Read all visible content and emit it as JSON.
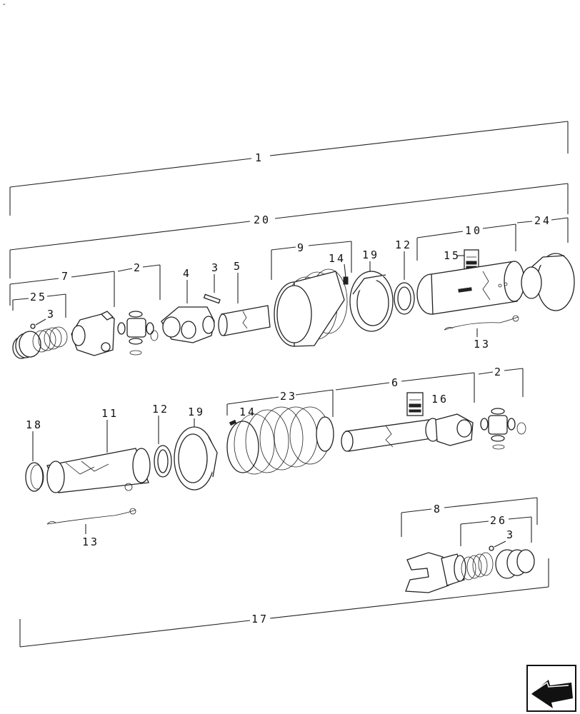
{
  "corner_mark": "-",
  "callouts": {
    "c1": "1",
    "c20": "20",
    "c7": "7",
    "c2a": "2",
    "c25": "25",
    "c3a": "3",
    "c4": "4",
    "c3b": "3",
    "c5": "5",
    "c9": "9",
    "c14a": "14",
    "c19a": "19",
    "c12a": "12",
    "c10": "10",
    "c24": "24",
    "c15": "15",
    "c13a": "13",
    "c18": "18",
    "c11": "11",
    "c12b": "12",
    "c19b": "19",
    "c14b": "14",
    "c23": "23",
    "c6": "6",
    "c16": "16",
    "c2b": "2",
    "c13b": "13",
    "c8": "8",
    "c26": "26",
    "c3c": "3",
    "c17": "17"
  },
  "icons": {
    "nav_arrow": "back-arrow-icon"
  }
}
